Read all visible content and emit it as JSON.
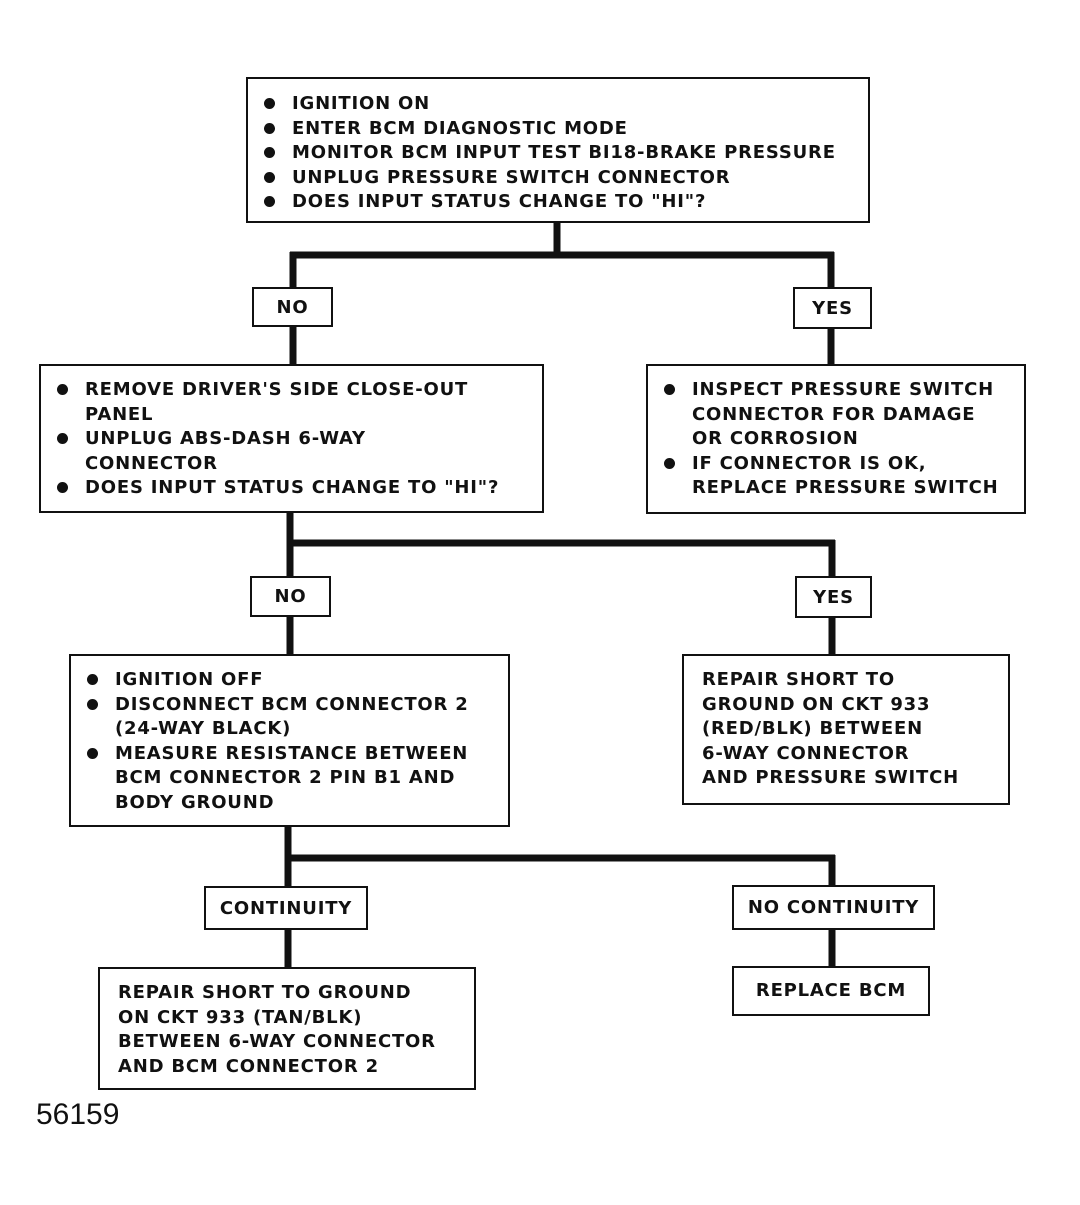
{
  "boxes": {
    "start": {
      "items": [
        "IGNITION ON",
        "ENTER BCM DIAGNOSTIC MODE",
        "MONITOR BCM INPUT TEST BI18-BRAKE PRESSURE",
        "UNPLUG PRESSURE SWITCH CONNECTOR",
        "DOES INPUT STATUS CHANGE TO \"HI\"?"
      ]
    },
    "no1_action": {
      "items": [
        "REMOVE DRIVER'S SIDE CLOSE-OUT\nPANEL",
        "UNPLUG ABS-DASH 6-WAY\nCONNECTOR",
        "DOES INPUT STATUS CHANGE TO \"HI\"?"
      ]
    },
    "yes1_action": {
      "items": [
        "INSPECT PRESSURE SWITCH\nCONNECTOR FOR DAMAGE\nOR CORROSION",
        "IF CONNECTOR IS OK,\nREPLACE PRESSURE SWITCH"
      ]
    },
    "no2_action": {
      "items": [
        "IGNITION OFF",
        "DISCONNECT BCM CONNECTOR 2\n(24-WAY BLACK)",
        "MEASURE RESISTANCE BETWEEN\nBCM CONNECTOR 2 PIN B1 AND\nBODY GROUND"
      ]
    },
    "yes2_action": {
      "text": "REPAIR SHORT TO\nGROUND ON CKT 933\n(RED/BLK) BETWEEN\n6-WAY CONNECTOR\nAND PRESSURE SWITCH"
    },
    "continuity_action": {
      "text": "REPAIR SHORT TO GROUND\nON CKT 933 (TAN/BLK)\nBETWEEN 6-WAY CONNECTOR\nAND BCM CONNECTOR 2"
    },
    "no_continuity_action": {
      "text": "REPLACE BCM"
    }
  },
  "labels": {
    "no1": "NO",
    "yes1": "YES",
    "no2": "NO",
    "yes2": "YES",
    "continuity": "CONTINUITY",
    "no_continuity": "NO CONTINUITY"
  },
  "figure_number": "56159"
}
